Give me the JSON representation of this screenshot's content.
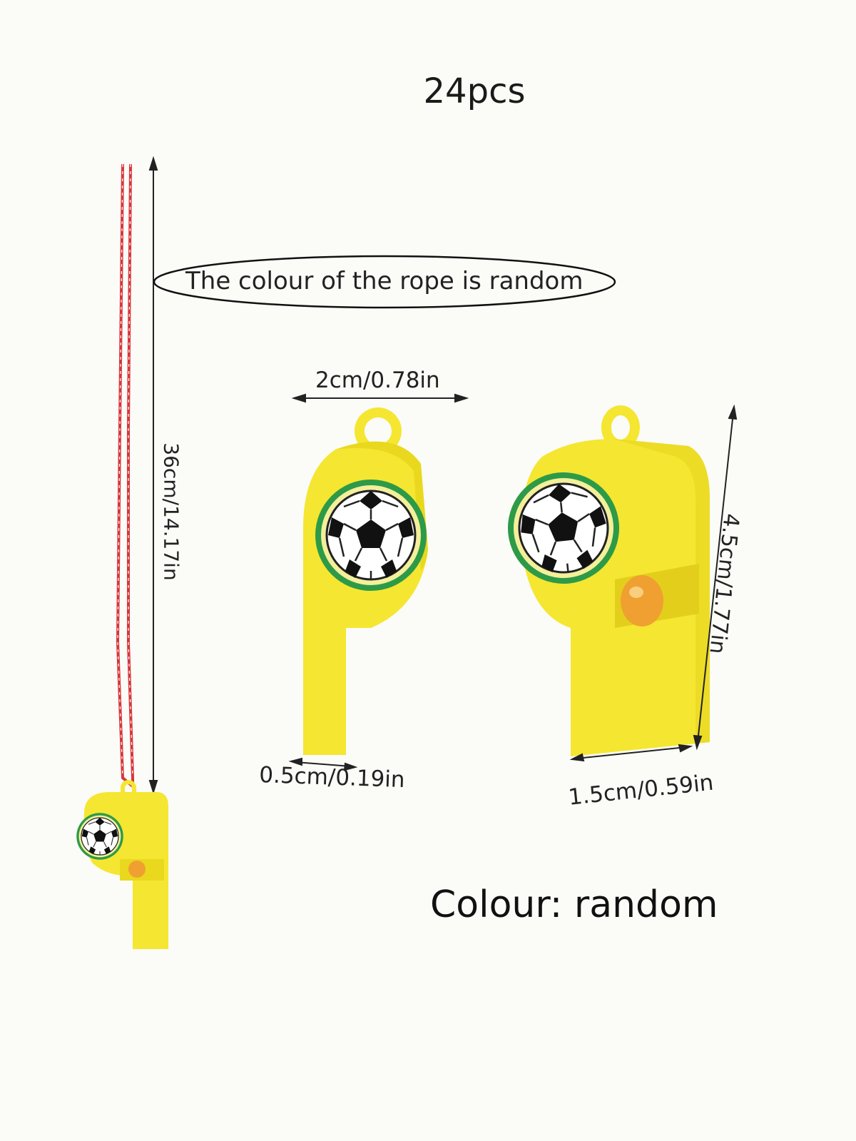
{
  "product": {
    "quantity_label": "24pcs",
    "rope_note": "The colour of the rope is random",
    "colour_note": "Colour: random"
  },
  "dimensions": {
    "rope_length": "36cm/14.17in",
    "whistle_width": "2cm/0.78in",
    "whistle_height": "4.5cm/1.77in",
    "tip_width": "0.5cm/0.19in",
    "body_depth": "1.5cm/0.59in"
  },
  "colors": {
    "background": "#fbfbf8",
    "whistle_yellow": "#f5e631",
    "whistle_shade": "#e9d81e",
    "rope_red": "#d8363a",
    "ball_ring_green": "#2d9a48",
    "bead_orange": "#f0a030"
  },
  "icons": [
    "soccer-ball-icon",
    "whistle-icon",
    "rope-icon",
    "dimension-arrow-icon"
  ]
}
